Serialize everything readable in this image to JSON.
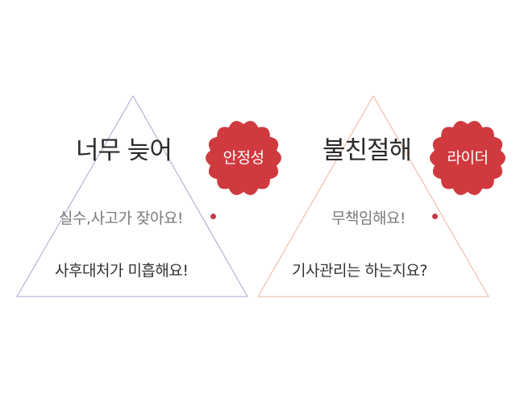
{
  "colors": {
    "left_triangle": "#a8a8cc",
    "right_triangle": "#efb49a",
    "badge_fill": "#d03a3f",
    "badge_text": "#ffffff",
    "dot": "#c8394a",
    "title_text": "#2b2b2b",
    "sub_text_light": "#7a7a7a",
    "sub_text_dark": "#333333"
  },
  "left": {
    "title": "너무 늦어",
    "badge": "안정성",
    "line1": "실수,사고가 잦아요!",
    "line2": "사후대처가 미흡해요!"
  },
  "right": {
    "title": "불친절해",
    "badge": "라이더",
    "line1": "무책임해요!",
    "line2": "기사관리는 하는지요?"
  }
}
